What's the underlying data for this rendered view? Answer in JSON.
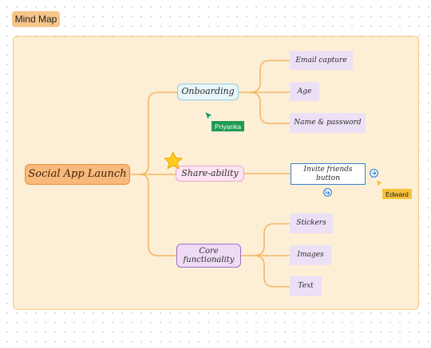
{
  "frame": {
    "label": "Mind Map"
  },
  "root": {
    "label": "Social App Launch"
  },
  "branches": [
    {
      "label": "Onboarding"
    },
    {
      "label": "Share-ability"
    },
    {
      "label": "Core functionality"
    }
  ],
  "leaves": {
    "onboarding": [
      "Email capture",
      "Age",
      "Name & password"
    ],
    "share": [
      "Invite friends button"
    ],
    "core": [
      "Stickers",
      "Images",
      "Text"
    ]
  },
  "cursors": [
    {
      "name": "Priyanka",
      "color": "#1f9b53"
    },
    {
      "name": "Edward",
      "color": "#f7c23c"
    }
  ],
  "icons": {
    "sticker": "star-icon",
    "add_right": "add-node-right-icon",
    "add_below": "add-node-below-icon",
    "cursor": "cursor-arrow-icon"
  },
  "colors": {
    "frame_fill": "#fdefd6",
    "frame_border": "#f3c88a",
    "root_fill": "#f9b97b",
    "connector": "#f2b766",
    "selection": "#2f7fcf"
  }
}
